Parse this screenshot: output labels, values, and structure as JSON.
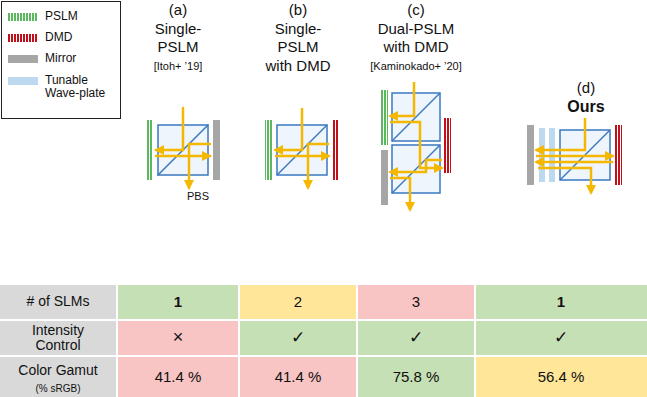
{
  "diagram": {
    "labels": [
      "(a)",
      "Single-",
      "PSLM",
      "[Itoh+ ’19]",
      "(b)",
      "Single-",
      "PSLM",
      "with DMD",
      "(c)",
      "Dual-PSLM",
      "with DMD",
      "[Kaminokado+ ’20]",
      "(d)",
      "Ours",
      "PBS",
      "# of SLMs",
      "1",
      "2",
      "3",
      "1",
      "Intensity Control",
      "×",
      "✓",
      "✓",
      "✓",
      "Color Gamut",
      "(% sRGB)",
      "41.4 %",
      "41.4 %",
      "75.8 %",
      "56.4 %"
    ],
    "legend": [
      {
        "text": "PSLM",
        "color": "#5cb85c"
      },
      {
        "text": "DMD",
        "color": "#c0101a"
      },
      {
        "text": "Mirror",
        "color": "#a6a6a6"
      },
      {
        "text": "Tunable Wave-plate",
        "color": "#bcd9ef"
      }
    ]
  }
}
